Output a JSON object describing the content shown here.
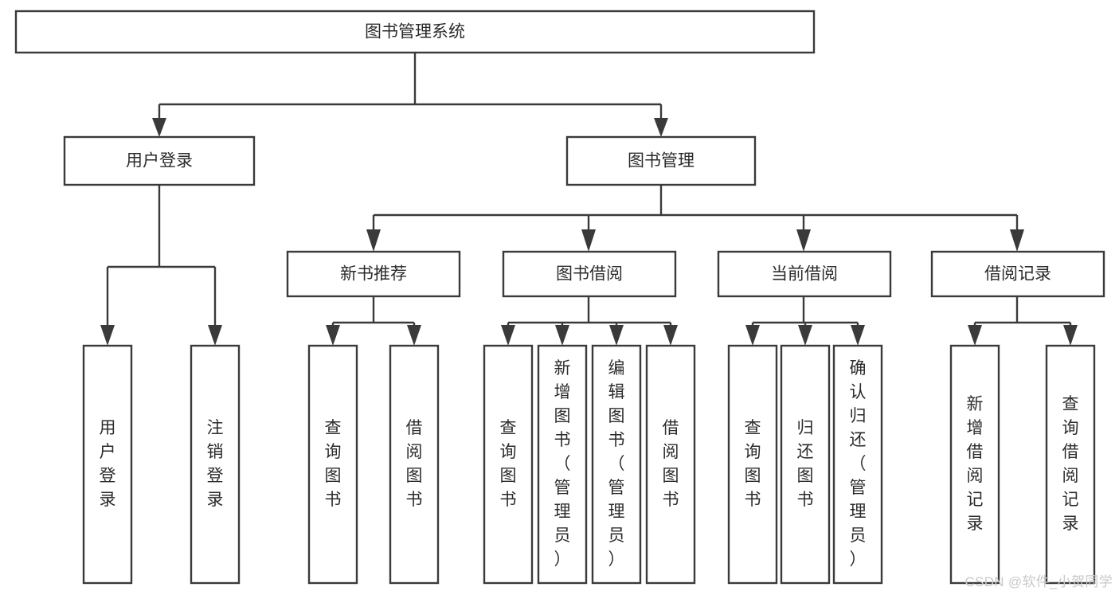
{
  "diagram": {
    "title_node": {
      "label": "图书管理系统"
    },
    "level2": [
      {
        "id": "user-login",
        "label": "用户登录"
      },
      {
        "id": "book-management",
        "label": "图书管理"
      }
    ],
    "level3": [
      {
        "id": "new-book-recommend",
        "label": "新书推荐"
      },
      {
        "id": "book-borrow",
        "label": "图书借阅"
      },
      {
        "id": "current-borrow",
        "label": "当前借阅"
      },
      {
        "id": "borrow-record",
        "label": "借阅记录"
      }
    ],
    "leaves": {
      "user-login": [
        {
          "id": "leaf-user-login",
          "label": "用户登录"
        },
        {
          "id": "leaf-logout-login",
          "label": "注销登录"
        }
      ],
      "new-book-recommend": [
        {
          "id": "leaf-query-book-1",
          "label": "查询图书"
        },
        {
          "id": "leaf-borrow-book-1",
          "label": "借阅图书"
        }
      ],
      "book-borrow": [
        {
          "id": "leaf-query-book-2",
          "label": "查询图书"
        },
        {
          "id": "leaf-add-book",
          "label": "新增图书（管理员）"
        },
        {
          "id": "leaf-edit-book",
          "label": "编辑图书（管理员）"
        },
        {
          "id": "leaf-borrow-book-2",
          "label": "借阅图书"
        }
      ],
      "current-borrow": [
        {
          "id": "leaf-query-book-3",
          "label": "查询图书"
        },
        {
          "id": "leaf-return-book",
          "label": "归还图书"
        },
        {
          "id": "leaf-confirm-return",
          "label": "确认归还（管理员）"
        }
      ],
      "borrow-record": [
        {
          "id": "leaf-add-record",
          "label": "新增借阅记录"
        },
        {
          "id": "leaf-query-record",
          "label": "查询借阅记录"
        }
      ]
    }
  },
  "watermark": {
    "text": "CSDN @软件_小贺同学"
  },
  "colors": {
    "box_stroke": "#3a3a3a",
    "box_fill": "#ffffff",
    "text": "#2b2b2b",
    "watermark": "#c9c9c9",
    "background": "#ffffff"
  }
}
